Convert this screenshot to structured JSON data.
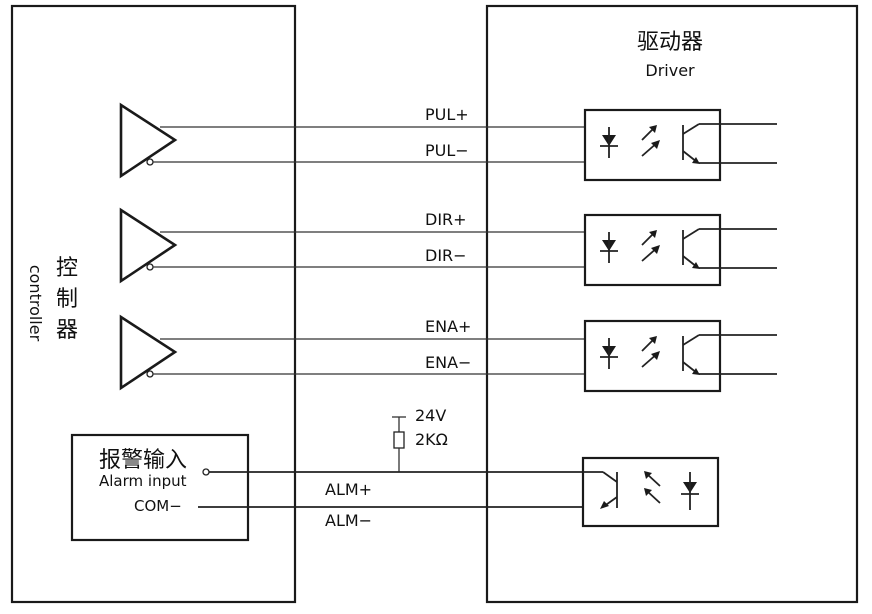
{
  "driver": {
    "title_cn": "驱动器",
    "title_en": "Driver"
  },
  "controller": {
    "title_cn": "控制器",
    "title_en": "controller"
  },
  "signals": {
    "pul_plus": "PUL+",
    "pul_minus": "PUL−",
    "dir_plus": "DIR+",
    "dir_minus": "DIR−",
    "ena_plus": "ENA+",
    "ena_minus": "ENA−",
    "alm_plus": "ALM+",
    "alm_minus": "ALM−"
  },
  "supply": {
    "voltage": "24V",
    "resistor": "2KΩ"
  },
  "alarm_box": {
    "title_cn": "报警输入",
    "title_en": "Alarm input",
    "com": "COM−"
  }
}
